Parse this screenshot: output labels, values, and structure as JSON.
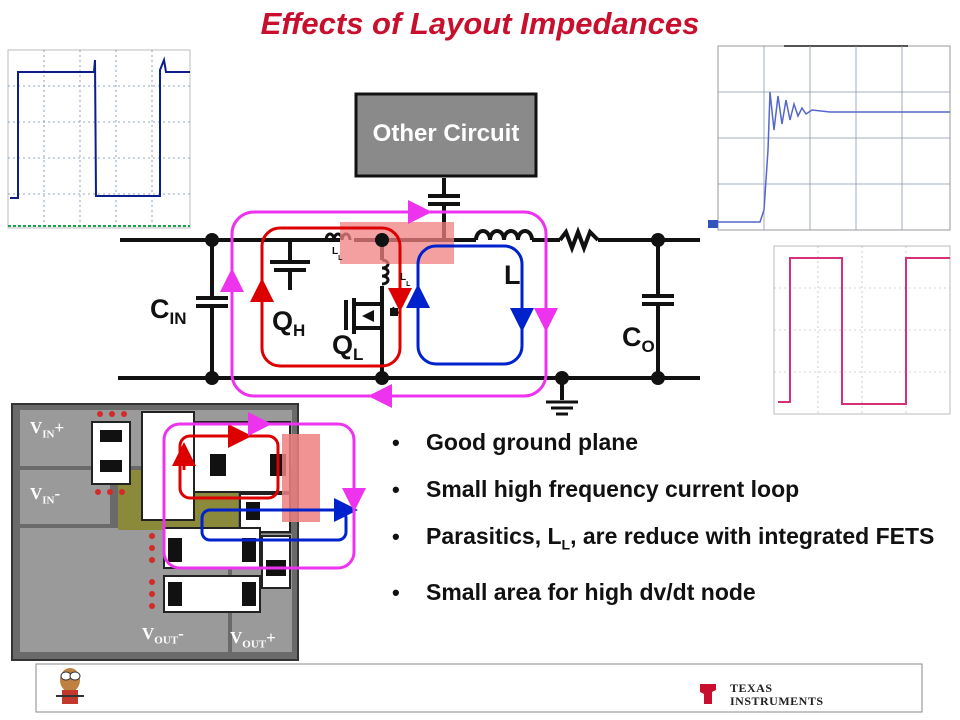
{
  "title": "Effects of Layout Impedances",
  "circuit": {
    "other_circuit_label": "Other Circuit",
    "cin_label": "C",
    "cin_sub": "IN",
    "qh_label": "Q",
    "qh_sub": "H",
    "ql_label": "Q",
    "ql_sub": "L",
    "co_label": "C",
    "co_sub": "O",
    "l_label": "L",
    "ll_label_1": "L",
    "ll_sub_1": "L",
    "ll_label_2": "L",
    "ll_sub_2": "L"
  },
  "pcb": {
    "vin_plus": "V",
    "vin_plus_sub": "IN",
    "vin_plus_sign": "+",
    "vin_minus": "V",
    "vin_minus_sub": "IN",
    "vin_minus_sign": "-",
    "vout_minus": "V",
    "vout_minus_sub": "OUT",
    "vout_minus_sign": "-",
    "vout_plus": "V",
    "vout_plus_sub": "OUT",
    "vout_plus_sign": "+"
  },
  "bullets": [
    " Good ground plane",
    "Small high frequency current loop",
    "Parasitics, L",
    "are reduce with integrated FETS",
    " Small area for high dv/dt node"
  ],
  "bullet3_sub": "L",
  "logo": {
    "line1": "TEXAS",
    "line2": "INSTRUMENTS"
  },
  "colors": {
    "title": "#c8102e",
    "hot_loop": "#dd0000",
    "cold_loop": "#0022cc",
    "outer_loop": "#ee33ee",
    "node_highlight": "#f08080",
    "pcb_gray": "#9a9a9a",
    "pcb_olive": "#8a8a3a"
  }
}
